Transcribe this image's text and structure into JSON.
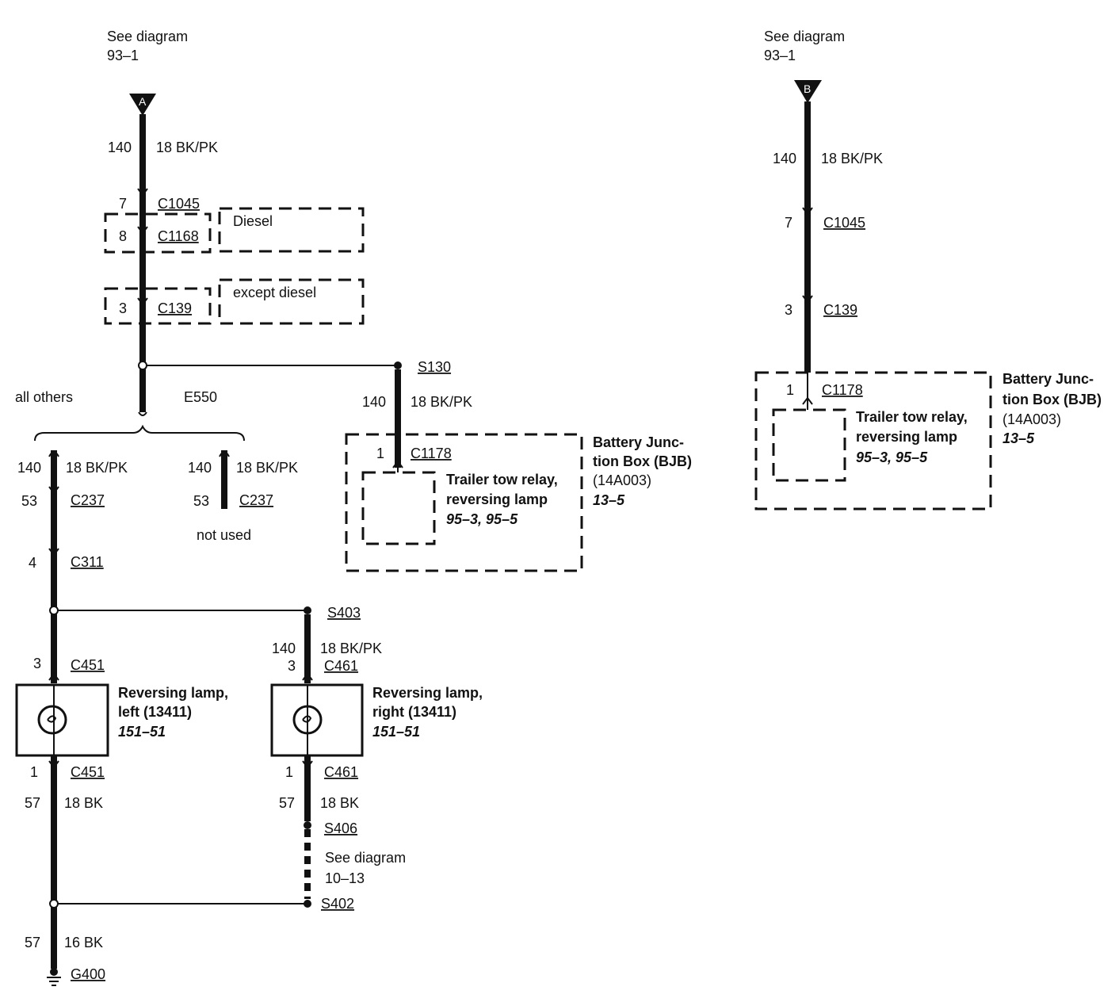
{
  "colors": {
    "ink": "#111111",
    "paper": "#ffffff"
  },
  "left": {
    "see_diagram": "See diagram",
    "see_diagram_ref": "93–1",
    "connector_letter": "A",
    "circuit_top": "140",
    "wire_top": "18 BK/PK",
    "c1045_pin": "7",
    "c1045": "C1045",
    "c1168_pin": "8",
    "c1168": "C1168",
    "diesel": "Diesel",
    "c139_pin": "3",
    "c139": "C139",
    "except_diesel": "except diesel",
    "s130": "S130",
    "all_others": "all others",
    "e550": "E550",
    "bjb_circuit": "140",
    "bjb_wire": "18 BK/PK",
    "bjb_pin": "1",
    "bjb_conn": "C1178",
    "relay_name_1": "Trailer tow relay,",
    "relay_name_2": "reversing lamp",
    "relay_ref": "95–3, 95–5",
    "bjb_name_1": "Battery Junc-",
    "bjb_name_2": "tion Box (BJB)",
    "bjb_name_3": "(14A003)",
    "bjb_ref": "13–5",
    "branch1_circuit": "140",
    "branch1_wire": "18 BK/PK",
    "branch1_c237_pin": "53",
    "branch1_c237": "C237",
    "branch2_circuit": "140",
    "branch2_wire": "18 BK/PK",
    "branch2_c237_pin": "53",
    "branch2_c237": "C237",
    "not_used": "not used",
    "c311_pin": "4",
    "c311": "C311",
    "s403": "S403",
    "lamp_l_pin_top": "3",
    "lamp_l_conn_top": "C451",
    "lamp_l_name_1": "Reversing lamp,",
    "lamp_l_name_2": "left (13411)",
    "lamp_l_ref": "151–51",
    "lamp_l_pin_bot": "1",
    "lamp_l_conn_bot": "C451",
    "lamp_l_circuit": "57",
    "lamp_l_wire": "18 BK",
    "lamp_r_circuit_top": "140",
    "lamp_r_wire_top": "18 BK/PK",
    "lamp_r_pin_top": "3",
    "lamp_r_conn_top": "C461",
    "lamp_r_name_1": "Reversing lamp,",
    "lamp_r_name_2": "right (13411)",
    "lamp_r_ref": "151–51",
    "lamp_r_pin_bot": "1",
    "lamp_r_conn_bot": "C461",
    "lamp_r_circuit": "57",
    "lamp_r_wire": "18 BK",
    "s406": "S406",
    "see_diagram_2": "See diagram",
    "see_diagram_2_ref": "10–13",
    "s402": "S402",
    "ground_circuit": "57",
    "ground_wire": "16 BK",
    "g400": "G400"
  },
  "right": {
    "see_diagram": "See diagram",
    "see_diagram_ref": "93–1",
    "connector_letter": "B",
    "circuit_top": "140",
    "wire_top": "18 BK/PK",
    "c1045_pin": "7",
    "c1045": "C1045",
    "c139_pin": "3",
    "c139": "C139",
    "bjb_pin": "1",
    "bjb_conn": "C1178",
    "relay_name_1": "Trailer tow relay,",
    "relay_name_2": "reversing lamp",
    "relay_ref": "95–3, 95–5",
    "bjb_name_1": "Battery Junc-",
    "bjb_name_2": "tion Box (BJB)",
    "bjb_name_3": "(14A003)",
    "bjb_ref": "13–5"
  }
}
